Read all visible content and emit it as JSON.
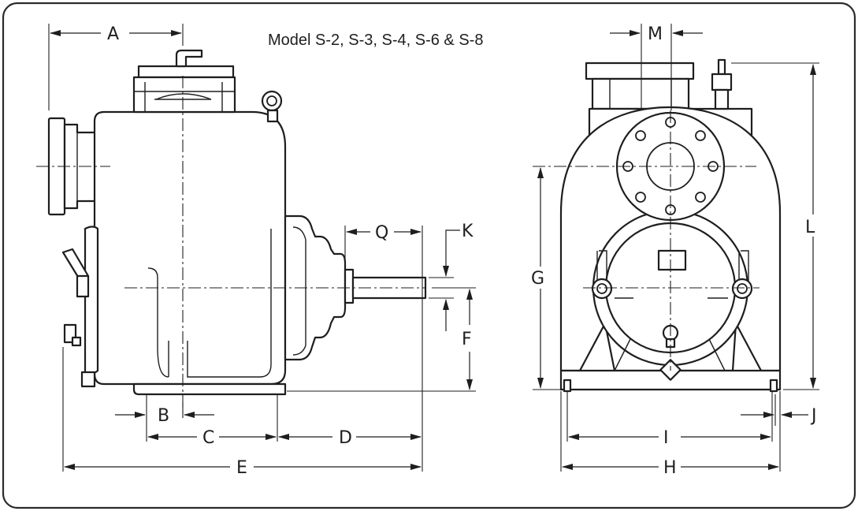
{
  "title": "Model S-2, S-3, S-4, S-6 & S-8",
  "dimensions": {
    "A": "A",
    "B": "B",
    "C": "C",
    "D": "D",
    "E": "E",
    "F": "F",
    "G": "G",
    "H": "H",
    "I": "I",
    "J": "J",
    "K": "K",
    "L": "L",
    "M": "M",
    "Q": "Q"
  },
  "colors": {
    "line": "#1e1e1e",
    "background": "#ffffff",
    "frame": "#2b2b2b"
  }
}
